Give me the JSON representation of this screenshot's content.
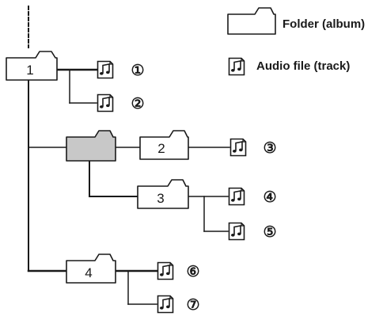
{
  "legend": {
    "folder_label": "Folder (album)",
    "audio_label": "Audio file (track)"
  },
  "folders": {
    "f1": "1",
    "f2": "2",
    "f3": "3",
    "f4": "4"
  },
  "tracks": {
    "t1": "①",
    "t2": "②",
    "t3": "③",
    "t4": "④",
    "t5": "⑤",
    "t6": "⑥",
    "t7": "⑦"
  },
  "icons": {
    "folder": "folder-icon",
    "audio": "music-note-icon"
  },
  "colors": {
    "line": "#1a1a1a",
    "folder_fill": "#ffffff",
    "highlight_folder_fill": "#c8c8c8"
  }
}
